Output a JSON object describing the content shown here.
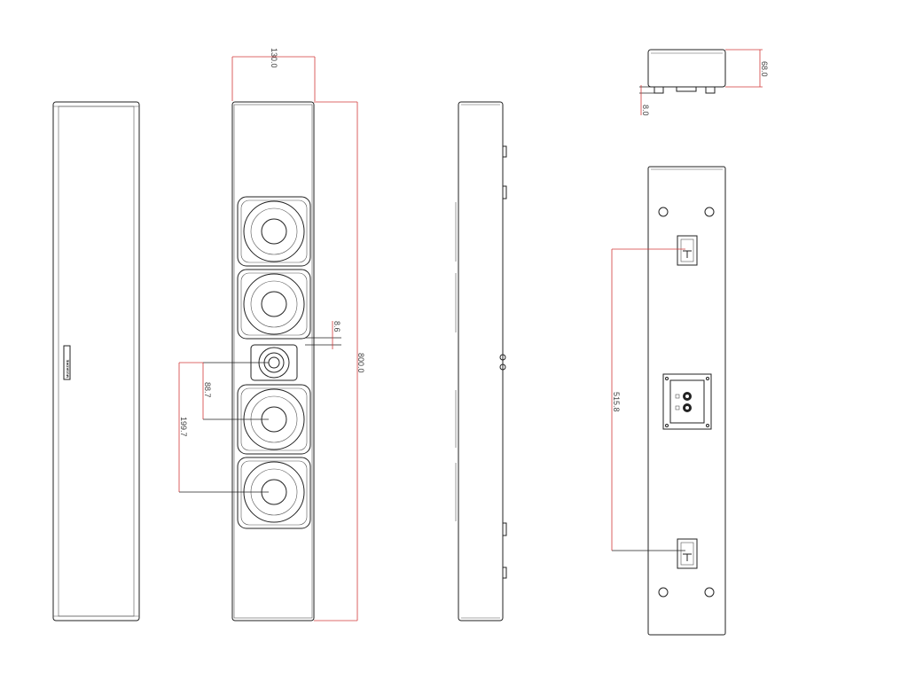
{
  "brand_label": "MUSKORE",
  "dimensions": {
    "width": "130.0",
    "height": "800.0",
    "gap": "8.6",
    "tweeter_to_woofer": "88.7",
    "tweeter_to_bottom_woofer": "199.7",
    "depth": "68.0",
    "bracket_offset": "8.0",
    "bracket_spacing": "515.8"
  },
  "colors": {
    "outline": "#222222",
    "dimension_line": "#d23a3a",
    "dimension_text": "#444444"
  }
}
